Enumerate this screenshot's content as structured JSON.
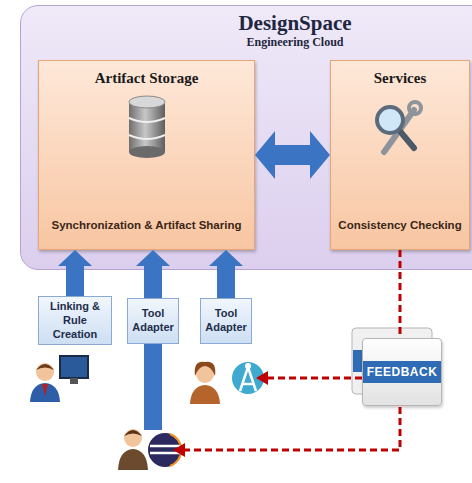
{
  "diagram": {
    "nodes": [
      {
        "text": [
          "DesignSpace",
          "Engineering Cloud"
        ]
      },
      {
        "text": [
          "Artifact Storage",
          "Synchronization & Artifact Sharing"
        ],
        "in": 0
      },
      {
        "text": [
          "Services",
          "Consistency Checking"
        ],
        "in": 0
      },
      {
        "text": [
          "Linking & Rule Creation"
        ]
      },
      {
        "text": [
          "Tool Adapter"
        ]
      },
      {
        "text": [
          "Tool Adapter"
        ]
      },
      {
        "text": [
          "FEEDBACK"
        ]
      }
    ],
    "edges": [
      {
        "from": 1,
        "to": 2,
        "arrow": "both"
      },
      {
        "from": 3,
        "to": 1,
        "arrow": "to"
      },
      {
        "from": 4,
        "to": 1,
        "arrow": "to"
      },
      {
        "from": 5,
        "to": 1,
        "arrow": "to"
      },
      {
        "from": 2,
        "to": 6,
        "arrow": "none"
      }
    ]
  }
}
